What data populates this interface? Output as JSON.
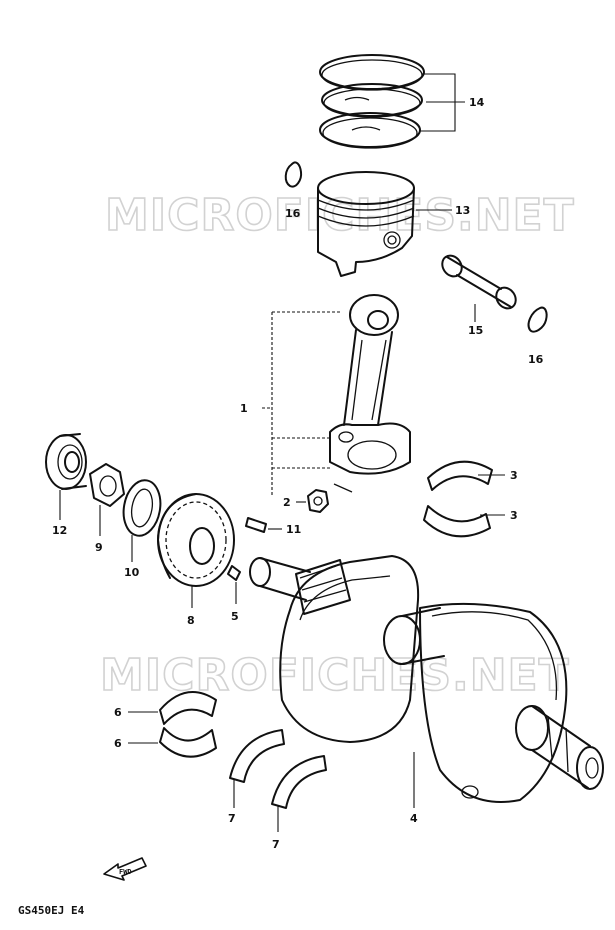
{
  "watermark": "MICROFICHES.NET",
  "model_code": "GS450EJ E4",
  "fwd_label": "FWD",
  "callouts": {
    "c1": "1",
    "c2": "2",
    "c3a": "3",
    "c3b": "3",
    "c4": "4",
    "c5": "5",
    "c6a": "6",
    "c6b": "6",
    "c7a": "7",
    "c7b": "7",
    "c8": "8",
    "c9": "9",
    "c10": "10",
    "c11": "11",
    "c12": "12",
    "c13": "13",
    "c14": "14",
    "c15": "15",
    "c16a": "16",
    "c16b": "16"
  }
}
